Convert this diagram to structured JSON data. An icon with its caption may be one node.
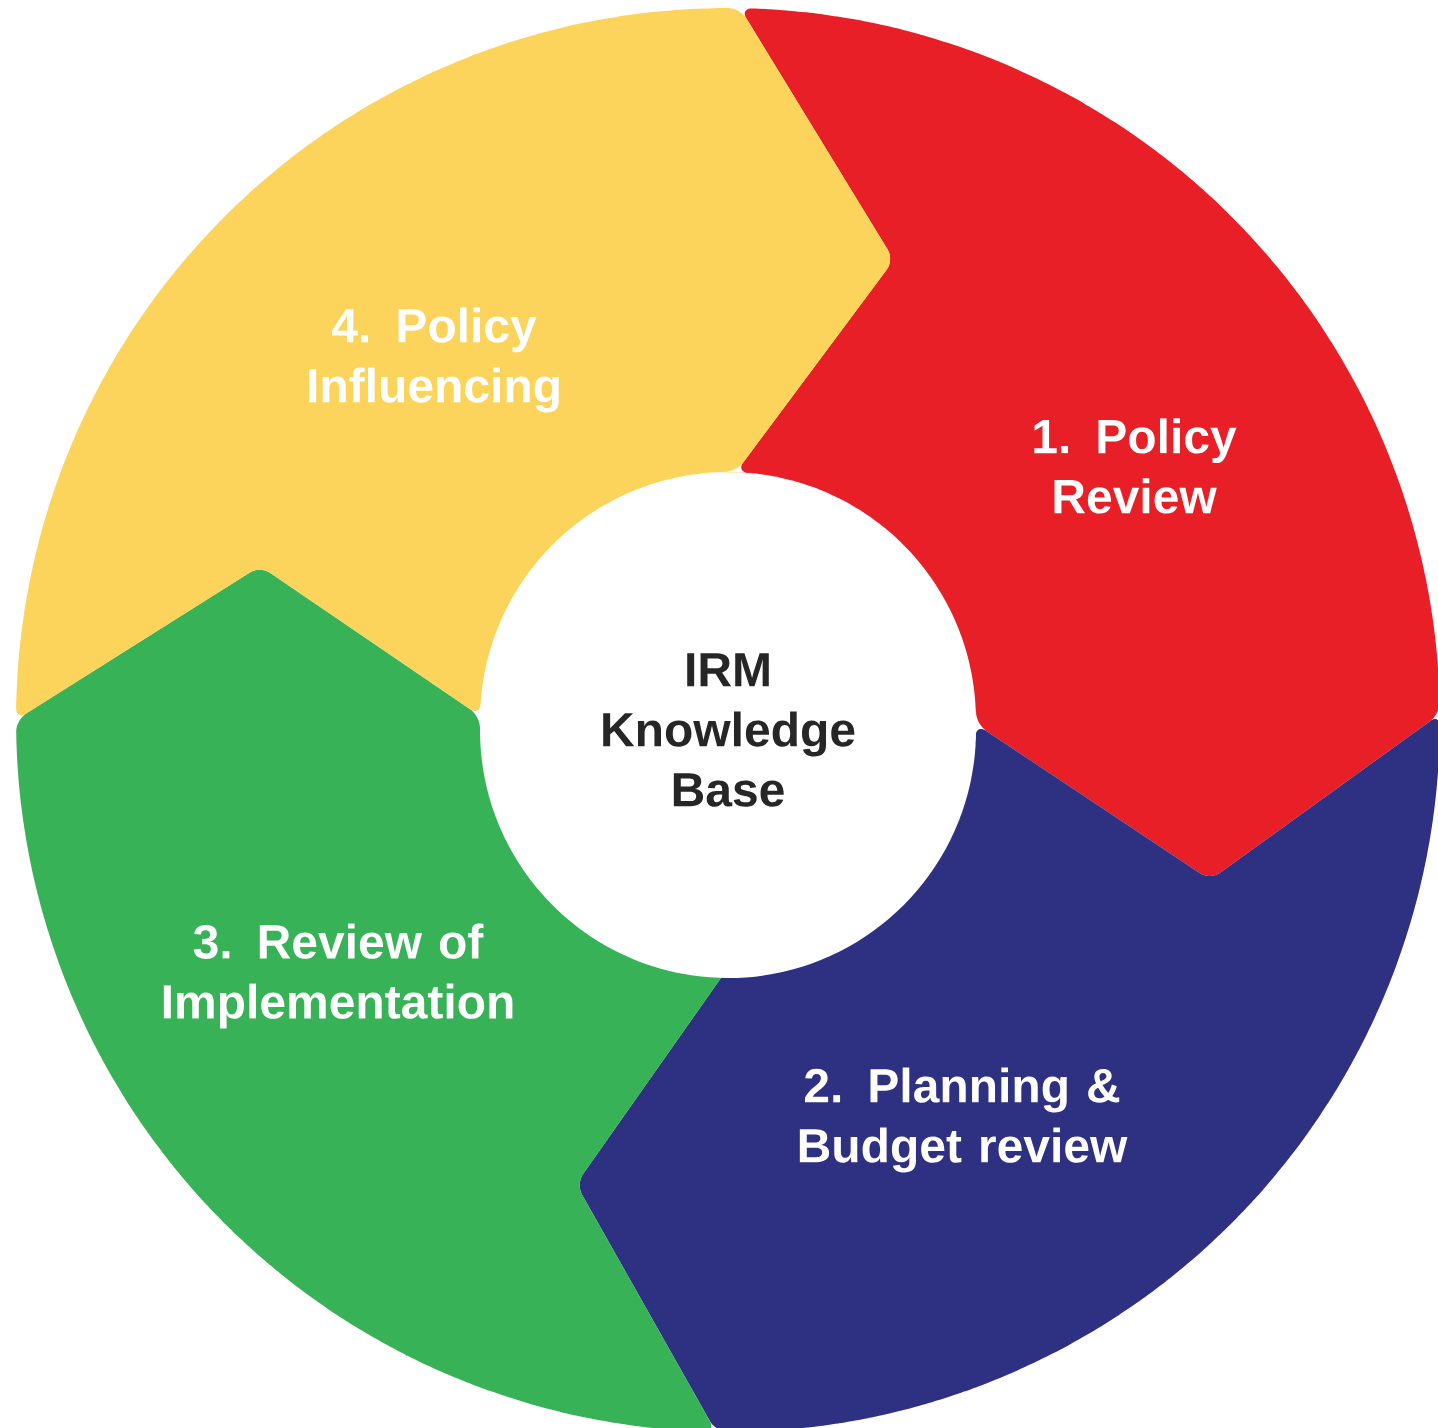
{
  "diagram": {
    "nodes": [
      {
        "text": [
          "1. Policy Review"
        ]
      },
      {
        "text": [
          "2. Planning & Budget review"
        ]
      },
      {
        "text": [
          "3. Review of Implementation"
        ]
      },
      {
        "text": [
          "4. Policy Influencing"
        ]
      },
      {
        "text": [
          "IRM Knowledge Base"
        ]
      }
    ]
  }
}
